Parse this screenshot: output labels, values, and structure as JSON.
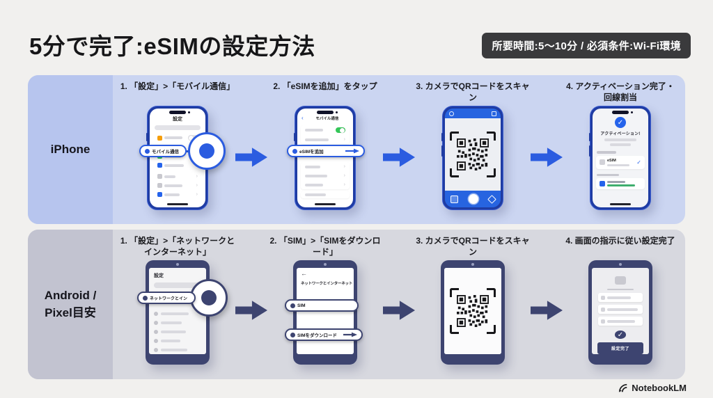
{
  "header": {
    "title": "5分で完了:eSIMの設定方法",
    "badge": "所要時間:5〜10分 / 必須条件:Wi-Fi環境"
  },
  "footer": {
    "brand": "NotebookLM"
  },
  "colors": {
    "iphone_accent": "#2B5CE0",
    "android_accent": "#3D4470",
    "toggle_on_green": "#34C759",
    "camera_screen_blue": "#2764E0",
    "iphone_row_bg": "#CBD5F1",
    "android_row_bg": "#D7D8DF",
    "badge_bg": "#3A3A3C"
  },
  "rows": {
    "iphone": {
      "label": "iPhone",
      "steps": [
        "1. 「設定」>「モバイル通信」",
        "2. 「eSIMを追加」をタップ",
        "3. カメラでQRコードをスキャン",
        "4. アクティベーション完了・回線割当"
      ],
      "screens": {
        "settings": {
          "title": "設定",
          "highlight": "モバイル通信"
        },
        "mobile": {
          "back": "‹",
          "title": "モバイル通信",
          "highlight": "eSIMを追加"
        },
        "done": {
          "heading": "アクティベーション!",
          "esim_label": "eSIM",
          "check": "✓"
        }
      }
    },
    "android": {
      "label_line1": "Android /",
      "label_line2": "Pixel目安",
      "steps": [
        "1. 「設定」>「ネットワークとインターネット」",
        "2. 「SIM」>「SIMをダウンロード」",
        "3. カメラでQRコードをスキャン",
        "4. 画面の指示に従い設定完了"
      ],
      "screens": {
        "settings": {
          "title": "設定",
          "highlight": "ネットワークとイン"
        },
        "network": {
          "back": "←",
          "title": "ネットワークとインターネット",
          "sim": "SIM",
          "download": "SIMをダウンロード"
        },
        "done": {
          "button": "設定完了",
          "check": "✓"
        }
      }
    }
  }
}
